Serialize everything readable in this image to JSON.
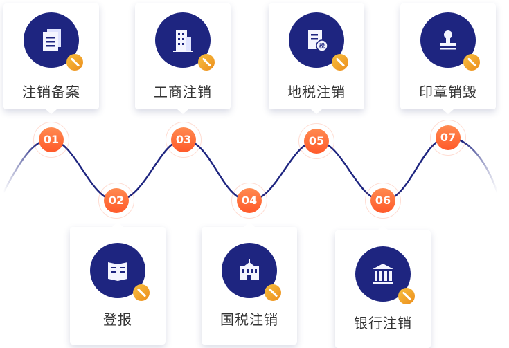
{
  "steps": [
    {
      "number": "01",
      "label": "注销备案",
      "icon": "documents-icon"
    },
    {
      "number": "02",
      "label": "登报",
      "icon": "newspaper-icon"
    },
    {
      "number": "03",
      "label": "工商注销",
      "icon": "building-icon"
    },
    {
      "number": "04",
      "label": "国税注销",
      "icon": "government-building-icon"
    },
    {
      "number": "05",
      "label": "地税注销",
      "icon": "tax-document-icon"
    },
    {
      "number": "06",
      "label": "银行注销",
      "icon": "bank-icon"
    },
    {
      "number": "07",
      "label": "印章销毁",
      "icon": "stamp-icon"
    }
  ],
  "colors": {
    "primary": "#1e2580",
    "node": "#ff6a35",
    "badge": "#f0a020"
  }
}
